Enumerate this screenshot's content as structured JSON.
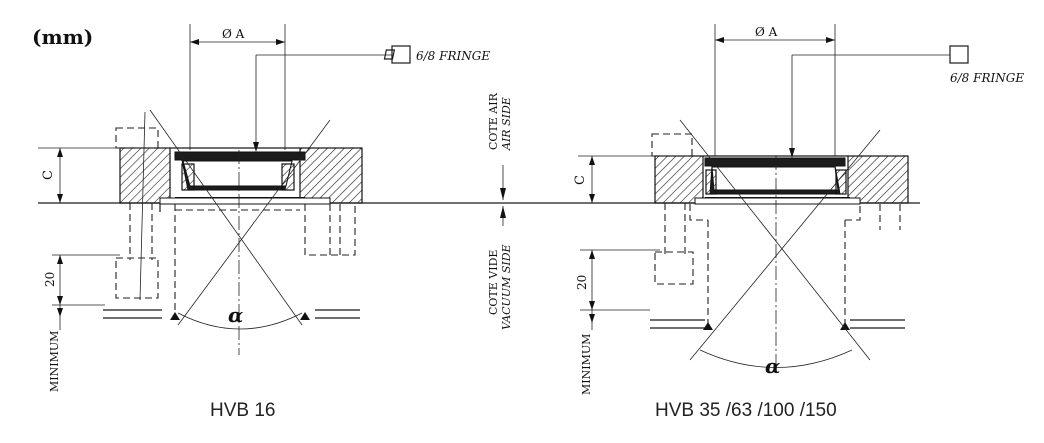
{
  "unit_label": "(mm)",
  "left": {
    "dim_a": "Ø A",
    "fringe": "6/8 FRINGE",
    "dim_c": "C",
    "dim_20": "20",
    "minimum": "MINIMUM",
    "angle": "α",
    "caption": "HVB 16"
  },
  "right": {
    "dim_a": "Ø A",
    "fringe": "6/8 FRINGE",
    "dim_c": "C",
    "dim_20": "20",
    "minimum": "MINIMUM",
    "angle": "α",
    "caption": "HVB 35 /63 /100 /150"
  },
  "middle": {
    "air_fr": "COTE AIR",
    "air_en": "AIR SIDE",
    "vac_fr": "COTE VIDE",
    "vac_en": "VACUUM SIDE"
  }
}
